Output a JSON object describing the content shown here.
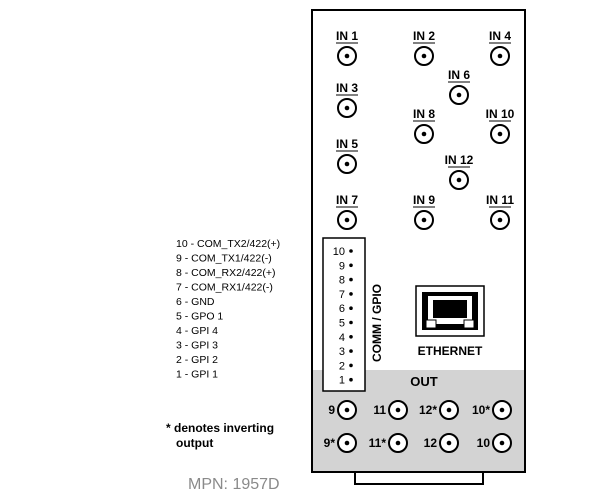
{
  "inputs": [
    {
      "label": "IN 1"
    },
    {
      "label": "IN 2"
    },
    {
      "label": "IN 4"
    },
    {
      "label": "IN 6"
    },
    {
      "label": "IN 3"
    },
    {
      "label": "IN 8"
    },
    {
      "label": "IN 10"
    },
    {
      "label": "IN 5"
    },
    {
      "label": "IN 12"
    },
    {
      "label": "IN 7"
    },
    {
      "label": "IN 9"
    },
    {
      "label": "IN 11"
    }
  ],
  "gpio": {
    "title": "COMM / GPIO",
    "pin_numbers": [
      "10",
      "9",
      "8",
      "7",
      "6",
      "5",
      "4",
      "3",
      "2",
      "1"
    ],
    "pin_descriptions": [
      "10 - COM_TX2/422(+)",
      "9 - COM_TX1/422(-)",
      "8 - COM_RX2/422(+)",
      "7 - COM_RX1/422(-)",
      "6 - GND",
      "5 - GPO 1",
      "4 - GPI 4",
      "3 - GPI 3",
      "2 - GPI 2",
      "1 - GPI 1"
    ]
  },
  "ethernet": {
    "label": "ETHERNET"
  },
  "outputs": {
    "title": "OUT",
    "connectors": [
      {
        "label": "9"
      },
      {
        "label": "11"
      },
      {
        "label": "12*"
      },
      {
        "label": "10*"
      },
      {
        "label": "9*"
      },
      {
        "label": "11*"
      },
      {
        "label": "12"
      },
      {
        "label": "10"
      }
    ]
  },
  "note": {
    "line1": "* denotes inverting",
    "line2": "output"
  },
  "mpn": "MPN: 1957D",
  "colors": {
    "out_section_bg": "#d3d3d3",
    "panel_stroke": "#000000",
    "mpn_text": "#8a8a8a"
  }
}
